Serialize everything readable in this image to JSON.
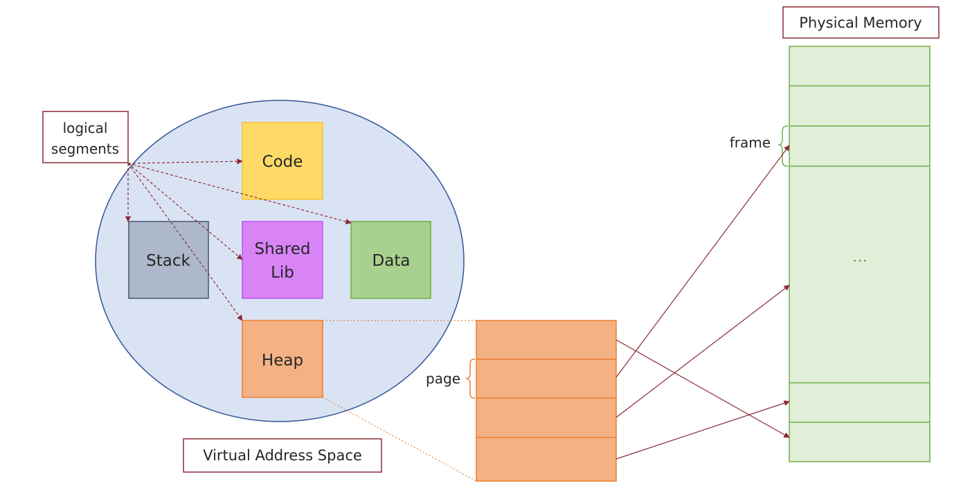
{
  "labels": {
    "physical_memory": "Physical Memory",
    "virtual_address_space": "Virtual Address Space",
    "logical_segments_line1": "logical",
    "logical_segments_line2": "segments",
    "frame": "frame",
    "page": "page",
    "ellipsis": "…"
  },
  "segments": {
    "code": "Code",
    "stack": "Stack",
    "shared_lib_line1": "Shared",
    "shared_lib_line2": "Lib",
    "data": "Data",
    "heap": "Heap"
  },
  "colors": {
    "address_space_fill": "#dae3f3",
    "address_space_stroke": "#2f5597",
    "code_fill": "#ffd966",
    "code_stroke": "#f4c430",
    "stack_fill": "#adb9ca",
    "stack_stroke": "#44546a",
    "shared_lib_fill": "#d884f7",
    "shared_lib_stroke": "#c055f0",
    "data_fill": "#a9d18e",
    "data_stroke": "#70ad47",
    "heap_fill": "#f4b183",
    "heap_stroke": "#ed7d31",
    "arrow": "#8b2a37",
    "memory_fill": "#e2efd9",
    "memory_stroke": "#70ad47"
  }
}
